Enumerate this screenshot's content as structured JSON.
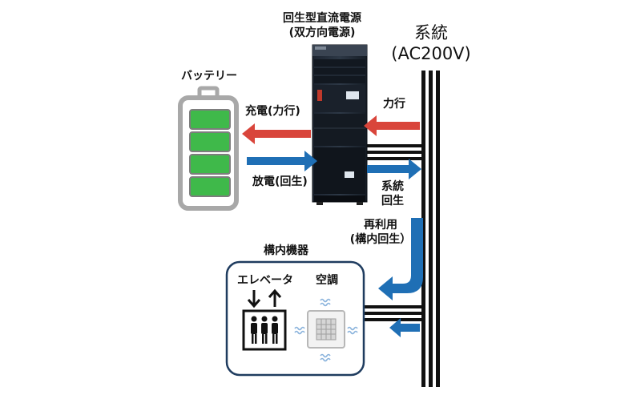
{
  "power_unit": {
    "title_line1": "回生型直流電源",
    "title_line2": "(双方向電源)"
  },
  "grid": {
    "title_line1": "系統",
    "title_line2": "(AC200V)"
  },
  "battery": {
    "label": "バッテリー"
  },
  "flows": {
    "charge": "充電(力行)",
    "discharge": "放電(回生)",
    "powering": "力行",
    "grid_regen_line1": "系統",
    "grid_regen_line2": "回生",
    "reuse_line1": "再利用",
    "reuse_line2": "(構内回生）"
  },
  "facility": {
    "title": "構内機器",
    "elevator": "エレベータ",
    "aircon": "空調"
  },
  "colors": {
    "red_arrow": "#d9453b",
    "blue_arrow": "#1f6fb5",
    "battery_green": "#3fb94a",
    "facility_border": "#1f3c5f"
  }
}
